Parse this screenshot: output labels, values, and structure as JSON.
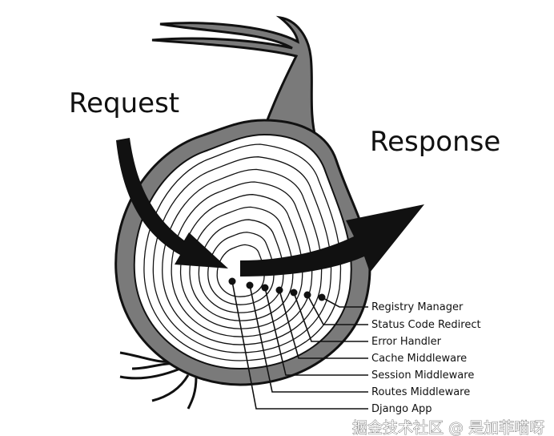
{
  "diagram": {
    "request_label": "Request",
    "response_label": "Response",
    "layers": [
      "Registry Manager",
      "Status Code Redirect",
      "Error Handler",
      "Cache Middleware",
      "Session Middleware",
      "Routes Middleware",
      "Django App"
    ],
    "watermark": "掘金技术社区 @ 是加菲喵呀",
    "colors": {
      "ink": "#111111",
      "skin": "#7a7a7a",
      "flesh": "#ffffff"
    }
  }
}
